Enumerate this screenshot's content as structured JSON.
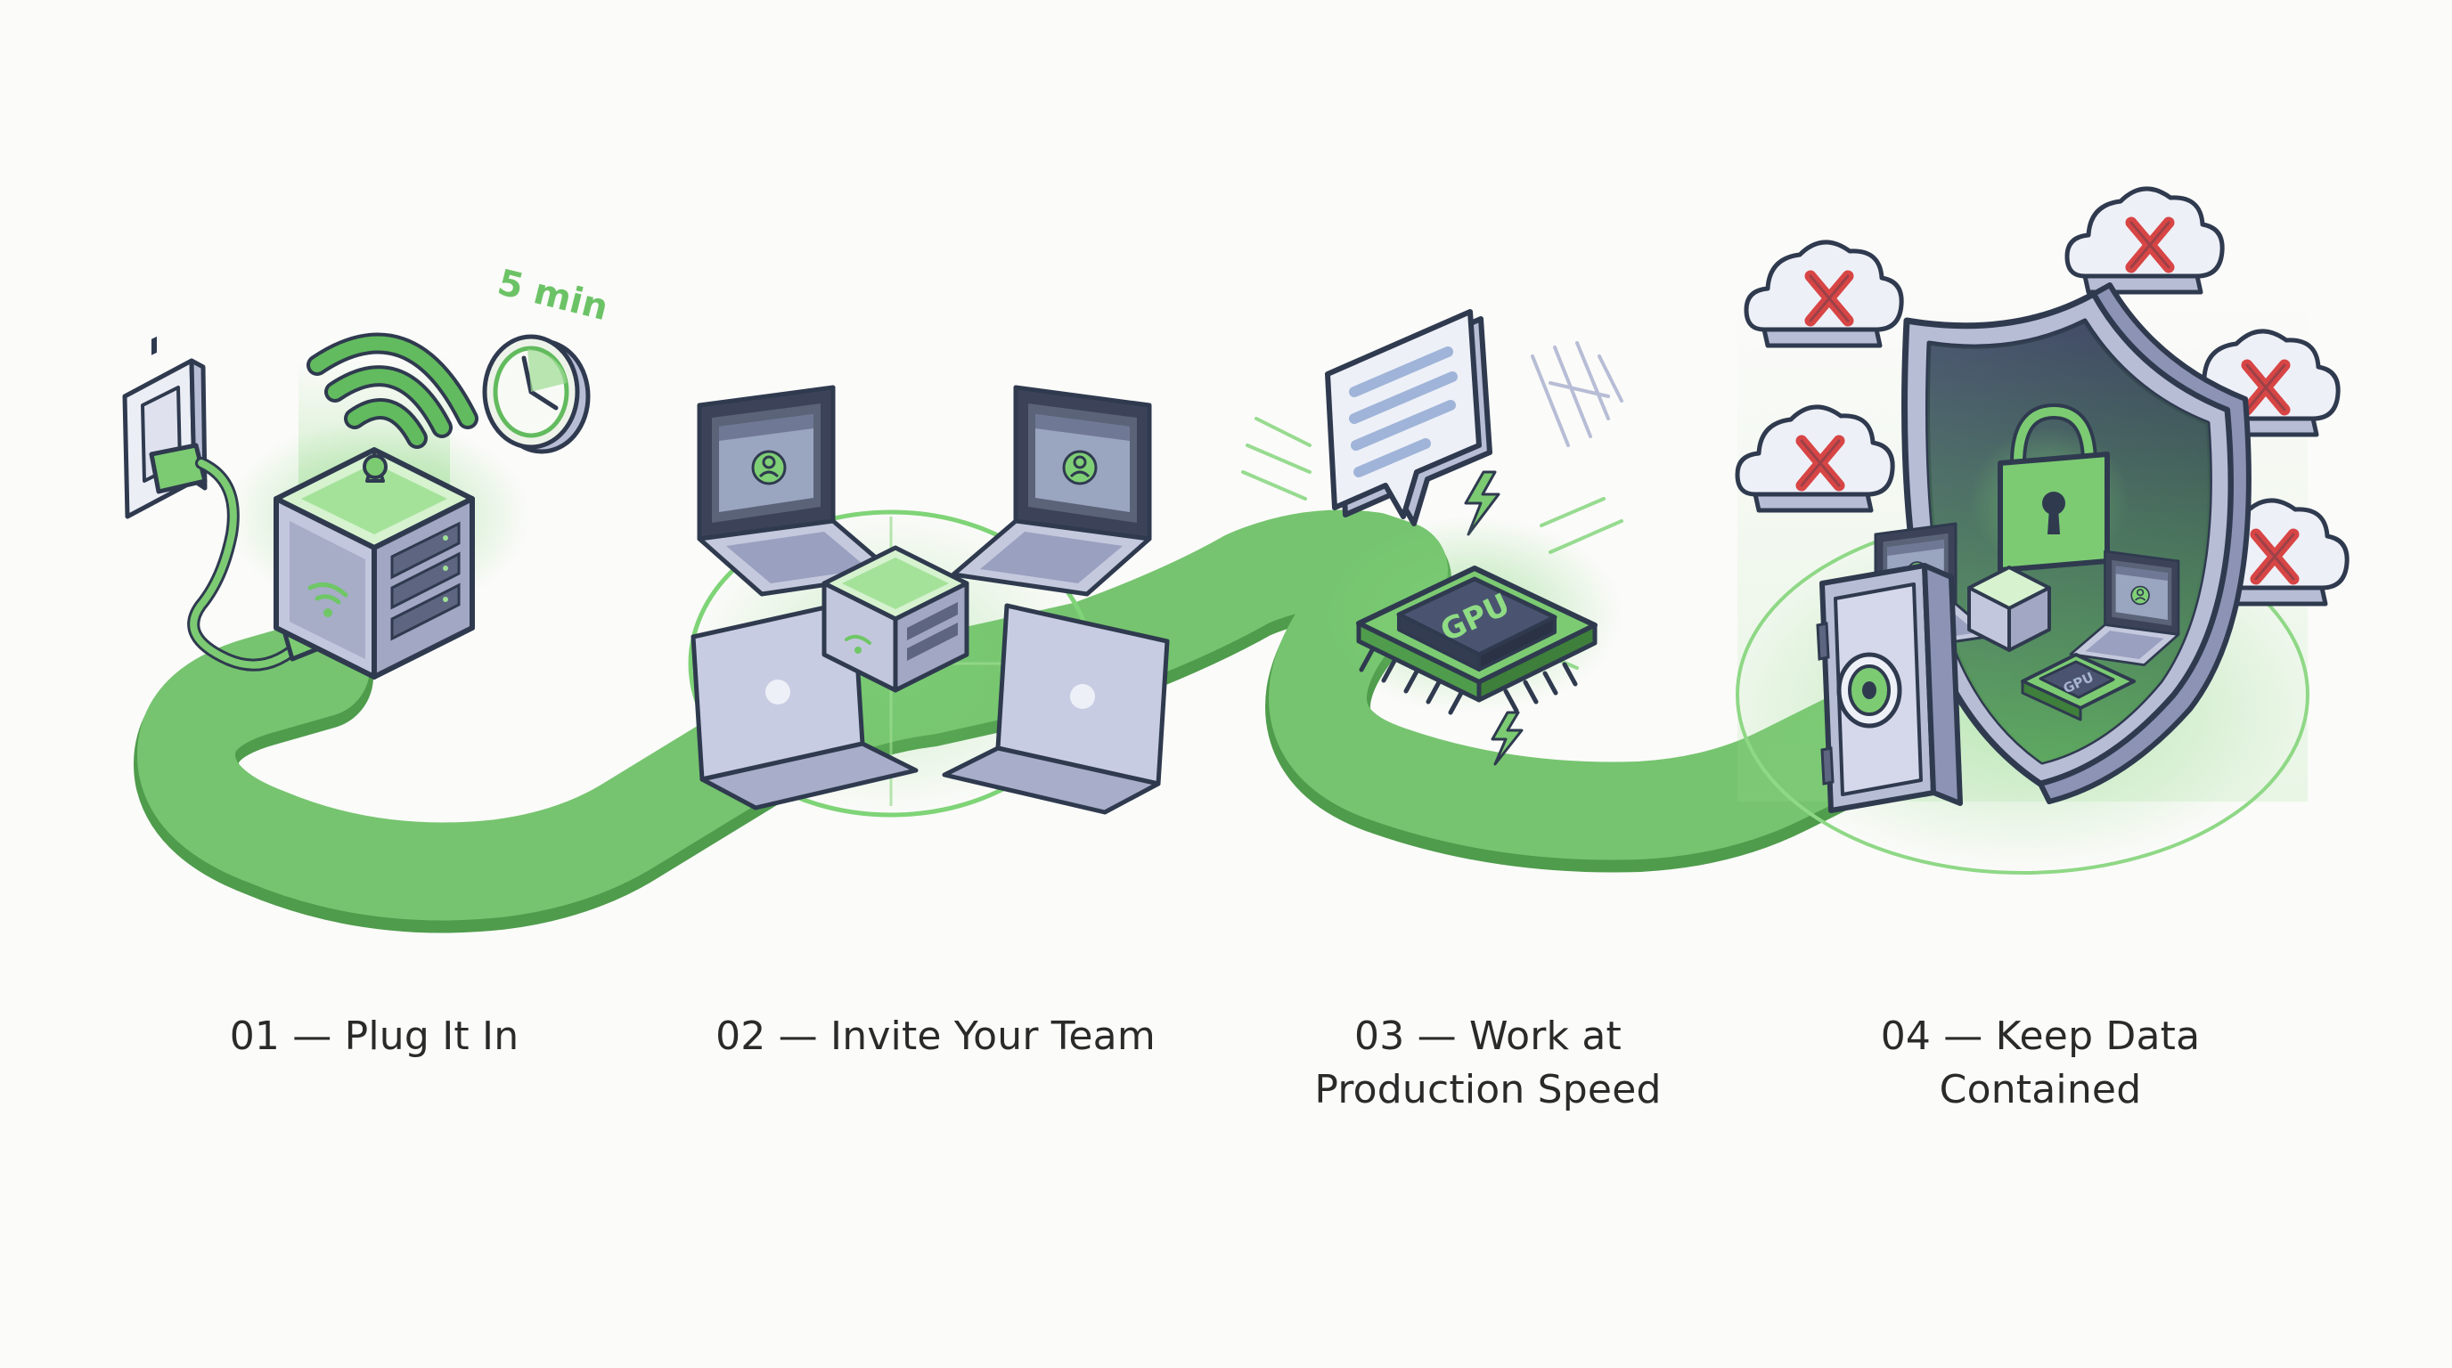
{
  "steps": [
    {
      "id": "01",
      "lines": [
        "01 — Plug It In"
      ]
    },
    {
      "id": "02",
      "lines": [
        "02 — Invite Your Team"
      ]
    },
    {
      "id": "03",
      "lines": [
        "03 — Work at",
        "Production Speed"
      ]
    },
    {
      "id": "04",
      "lines": [
        "04 — Keep Data",
        "Contained"
      ]
    }
  ],
  "badges": {
    "timer": "5 min",
    "chip_large": "GPU",
    "chip_small": "GPU"
  },
  "icons": [
    "power-outlet-icon",
    "power-plug-icon",
    "server-cube-icon",
    "wifi-icon",
    "clock-icon",
    "laptop-icon",
    "chat-bubble-icon",
    "lightning-icon",
    "gpu-chip-icon",
    "shield-icon",
    "padlock-icon",
    "vault-icon",
    "cloud-blocked-icon"
  ],
  "colors": {
    "accent": "#62bb5e",
    "accent_light": "#a6de9e",
    "outline": "#2f3a4f",
    "device": "#c9cde2",
    "device_dark": "#8d93b5",
    "blocked": "#d84545"
  }
}
